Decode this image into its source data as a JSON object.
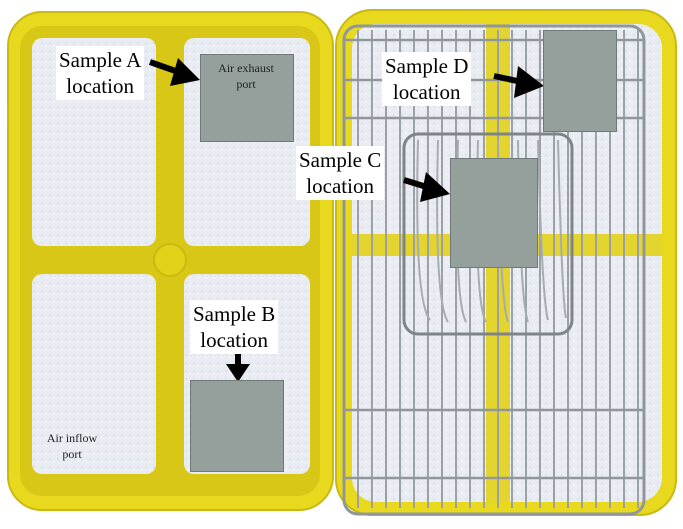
{
  "photo": {
    "tray_color": "#e8d81e",
    "filter_color": "#e9ecf2",
    "wire_color": "#8f979b"
  },
  "annotations": {
    "sample_a": {
      "line1": "Sample A",
      "line2": "location"
    },
    "sample_b": {
      "line1": "Sample B",
      "line2": "location"
    },
    "sample_c": {
      "line1": "Sample C",
      "line2": "location"
    },
    "sample_d": {
      "line1": "Sample D",
      "line2": "location"
    },
    "air_exhaust": {
      "line1": "Air exhaust",
      "line2": "port"
    },
    "air_inflow": {
      "line1": "Air inflow",
      "line2": "port"
    }
  },
  "sample_box_color": "#95a09d"
}
